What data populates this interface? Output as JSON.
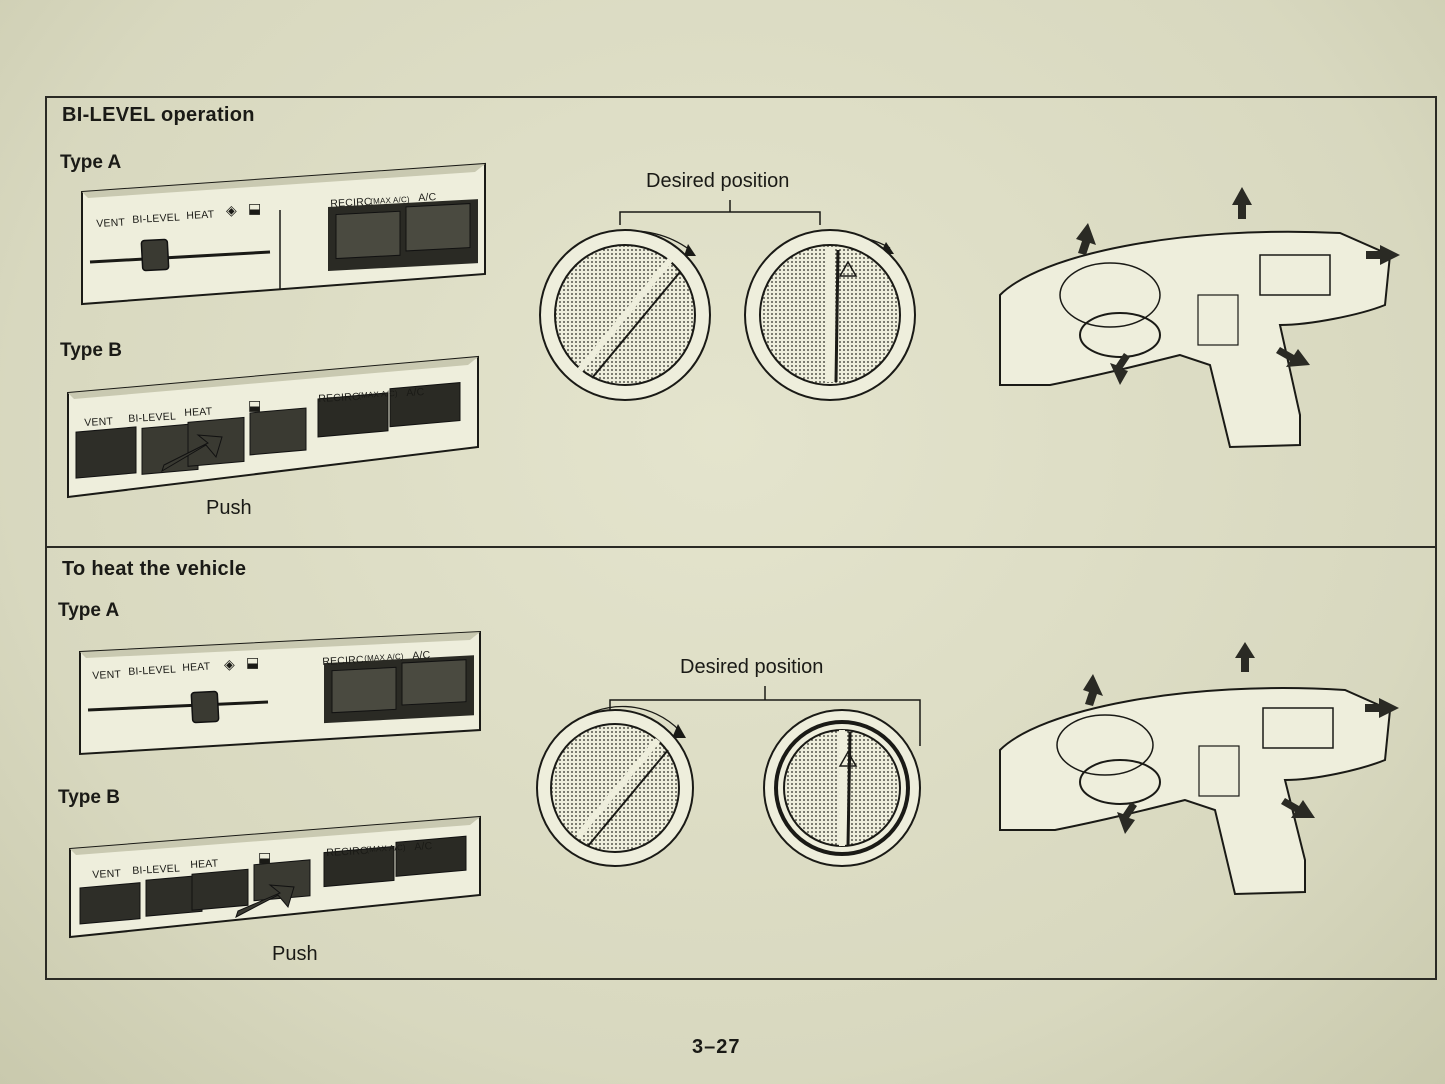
{
  "sections": [
    {
      "heading": "BI-LEVEL operation",
      "type_a": {
        "label": "Type A",
        "buttons": {
          "vent": "VENT",
          "bilevel": "BI-LEVEL",
          "heat": "HEAT",
          "recirc": "RECIRC",
          "maxac": "(MAX A/C)",
          "ac": "A/C"
        }
      },
      "type_b": {
        "label": "Type B",
        "buttons": {
          "vent": "VENT",
          "bilevel": "BI-LEVEL",
          "heat": "HEAT",
          "recirc": "RECIRC",
          "maxac": "(MAX A/C)",
          "ac": "A/C"
        },
        "push": "Push"
      },
      "desired_position": "Desired position"
    },
    {
      "heading": "To heat the vehicle",
      "type_a": {
        "label": "Type A",
        "buttons": {
          "vent": "VENT",
          "bilevel": "BI-LEVEL",
          "heat": "HEAT",
          "recirc": "RECIRC",
          "maxac": "(MAX A/C)",
          "ac": "A/C"
        }
      },
      "type_b": {
        "label": "Type B",
        "buttons": {
          "vent": "VENT",
          "bilevel": "BI-LEVEL",
          "heat": "HEAT",
          "recirc": "RECIRC",
          "maxac": "(MAX A/C)",
          "ac": "A/C"
        },
        "push": "Push"
      },
      "desired_position": "Desired position"
    }
  ],
  "page_number": "3–27",
  "icons": [
    "defrost-icon",
    "rear-defogger-icon",
    "blower-fan-icon",
    "temperature-icon",
    "airflow-arrow-icon"
  ]
}
